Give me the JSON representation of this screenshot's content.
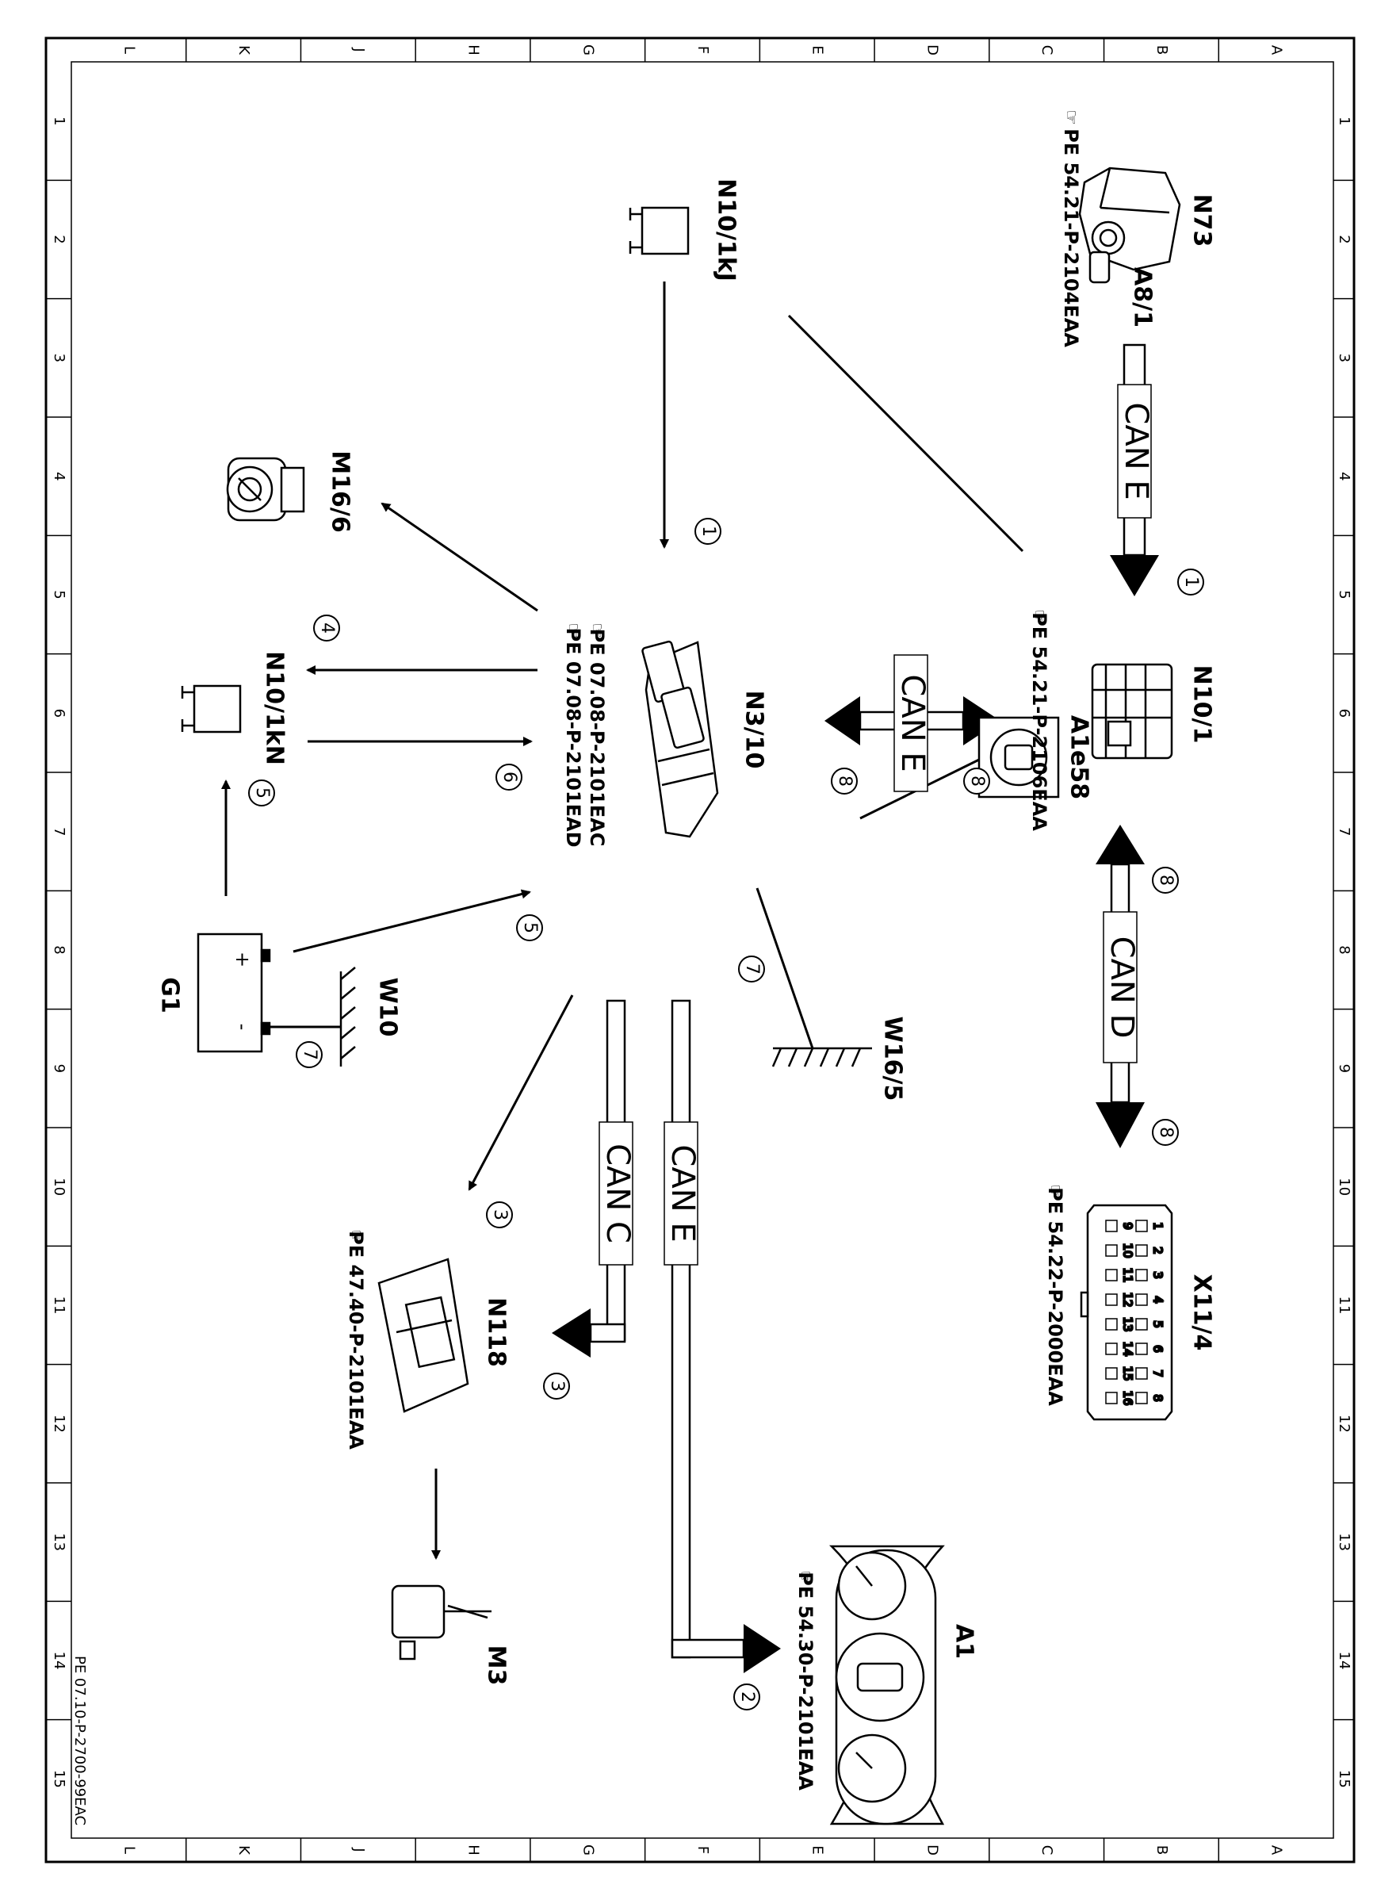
{
  "grid": {
    "letters": [
      "L",
      "K",
      "J",
      "H",
      "G",
      "F",
      "E",
      "D",
      "C",
      "B",
      "A"
    ],
    "numbers": [
      "1",
      "2",
      "3",
      "4",
      "5",
      "6",
      "7",
      "8",
      "9",
      "10",
      "11",
      "12",
      "13",
      "14",
      "15"
    ]
  },
  "document_code": "PE 07.10-P-2700-99EAC",
  "components": {
    "n73": {
      "label": "N73",
      "sub": "A8/1",
      "ref": "PE  54.21-P-2104EAA"
    },
    "n10_1kj": {
      "label": "N10/1kJ"
    },
    "m16_6": {
      "label": "M16/6"
    },
    "n3_10": {
      "label": "N3/10",
      "ref1": "PE  07.08-P-2101EAC",
      "ref2": "PE  07.08-P-2101EAD"
    },
    "n10_1": {
      "label": "N10/1",
      "ref": "PE  54.21-P-2106EAA"
    },
    "n10_1kn": {
      "label": "N10/1kN"
    },
    "g1": {
      "label": "G1",
      "plus": "+",
      "minus": "-"
    },
    "w10": {
      "label": "W10"
    },
    "w16_5": {
      "label": "W16/5"
    },
    "x11_4": {
      "label": "X11/4",
      "ref": "PE  54.22-P-2000EAA",
      "pins_top": [
        "1",
        "2",
        "3",
        "4",
        "5",
        "6",
        "7",
        "8"
      ],
      "pins_bottom": [
        "9",
        "10",
        "11",
        "12",
        "13",
        "14",
        "15",
        "16"
      ]
    },
    "n118": {
      "label": "N118",
      "ref": "PE  47.40-P-2101EAA"
    },
    "m3": {
      "label": "M3"
    },
    "a1": {
      "label": "A1",
      "ref": "PE  54.30-P-2101EAA"
    },
    "a1e58": {
      "label": "A1e58"
    }
  },
  "buses": {
    "can_e_top": "CAN E",
    "can_e_mid": "CAN E",
    "can_d": "CAN D",
    "can_c": "CAN C",
    "can_e_bottom": "CAN E"
  },
  "signals": {
    "s1a": "1",
    "s1b": "1",
    "s2": "2",
    "s3a": "3",
    "s3b": "3",
    "s4": "4",
    "s5a": "5",
    "s5b": "5",
    "s6": "6",
    "s7a": "7",
    "s7b": "7",
    "s8a": "8",
    "s8b": "8",
    "s8c": "8",
    "s8d": "8"
  }
}
